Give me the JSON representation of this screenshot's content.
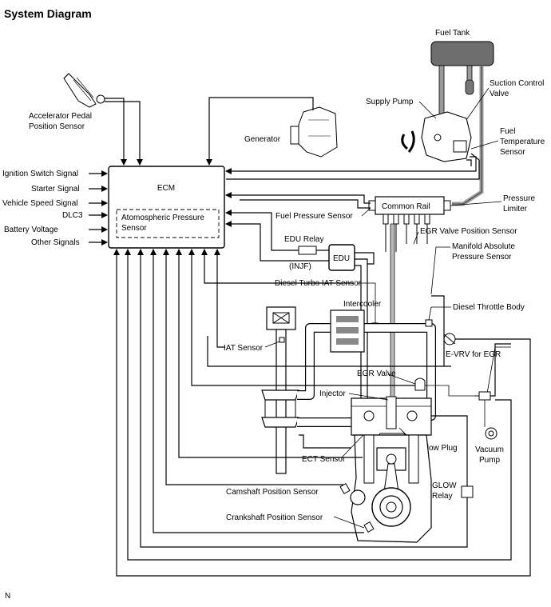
{
  "title": "System Diagram",
  "corner_mark": "N",
  "ecm": {
    "label": "ECM",
    "inner_label_line1": "Atomospheric Pressure",
    "inner_label_line2": "Sensor"
  },
  "left_inputs": [
    "Ignition Switch Signal",
    "Starter Signal",
    "Vehicle Speed Signal",
    "DLC3",
    "Battery Voltage",
    "Other Signals"
  ],
  "labels": {
    "accel_line1": "Accelerator Pedal",
    "accel_line2": "Position Sensor",
    "generator": "Generator",
    "fuel_tank": "Fuel Tank",
    "supply_pump": "Supply Pump",
    "suction_line1": "Suction Control",
    "suction_line2": "Valve",
    "fueltemp_line1": "Fuel",
    "fueltemp_line2": "Temperature",
    "fueltemp_line3": "Sensor",
    "common_rail": "Common Rail",
    "pressure_line1": "Pressure",
    "pressure_line2": "Limiter",
    "fuel_pressure_sensor": "Fuel Pressure Sensor",
    "edu_relay": "EDU Relay",
    "edu": "EDU",
    "injf": "(INJF)",
    "egr_valve_pos": "EGR Valve Position Sensor",
    "map_line1": "Manifold Absolute",
    "map_line2": "Pressure Sensor",
    "diesel_turbo_iat": "Diesel Turbo IAT Sensor",
    "intercooler": "Intercooler",
    "diesel_throttle": "Diesel Throttle Body",
    "iat_sensor": "IAT Sensor",
    "evrv": "E-VRV for EGR",
    "egr_valve": "EGR Valve",
    "injector": "Injector",
    "glow_plug": "Glow Plug",
    "vacuum_line1": "Vacuum",
    "vacuum_line2": "Pump",
    "ect_sensor": "ECT Sensor",
    "camshaft": "Camshaft Position Sensor",
    "glow_relay_line1": "GLOW",
    "glow_relay_line2": "Relay",
    "crankshaft": "Crankshaft Position Sensor"
  }
}
